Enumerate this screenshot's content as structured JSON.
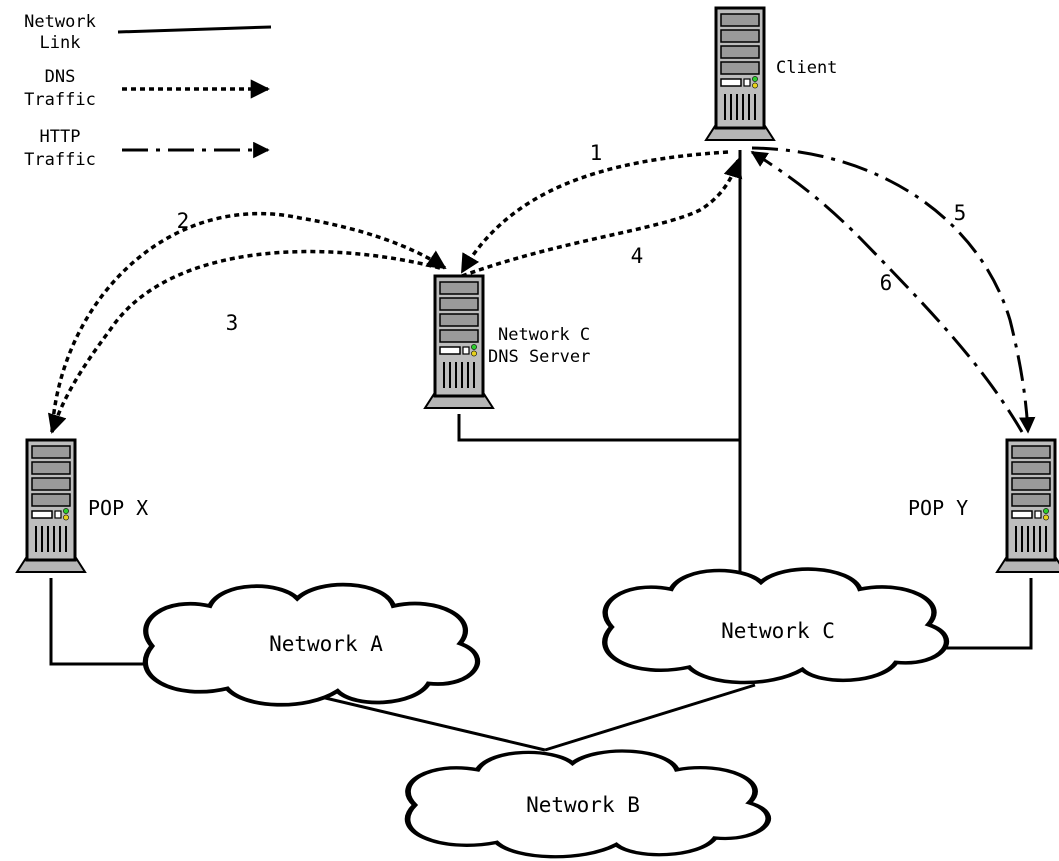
{
  "legend": {
    "network_link": [
      "Network",
      "Link"
    ],
    "dns_traffic": [
      "DNS",
      "Traffic"
    ],
    "http_traffic": [
      "HTTP",
      "Traffic"
    ]
  },
  "nodes": {
    "client": "Client",
    "dns_server": [
      "Network C",
      "DNS Server"
    ],
    "pop_x": "POP X",
    "pop_y": "POP Y"
  },
  "networks": {
    "a": "Network A",
    "b": "Network B",
    "c": "Network C"
  },
  "steps": [
    "1",
    "2",
    "3",
    "4",
    "5",
    "6"
  ]
}
